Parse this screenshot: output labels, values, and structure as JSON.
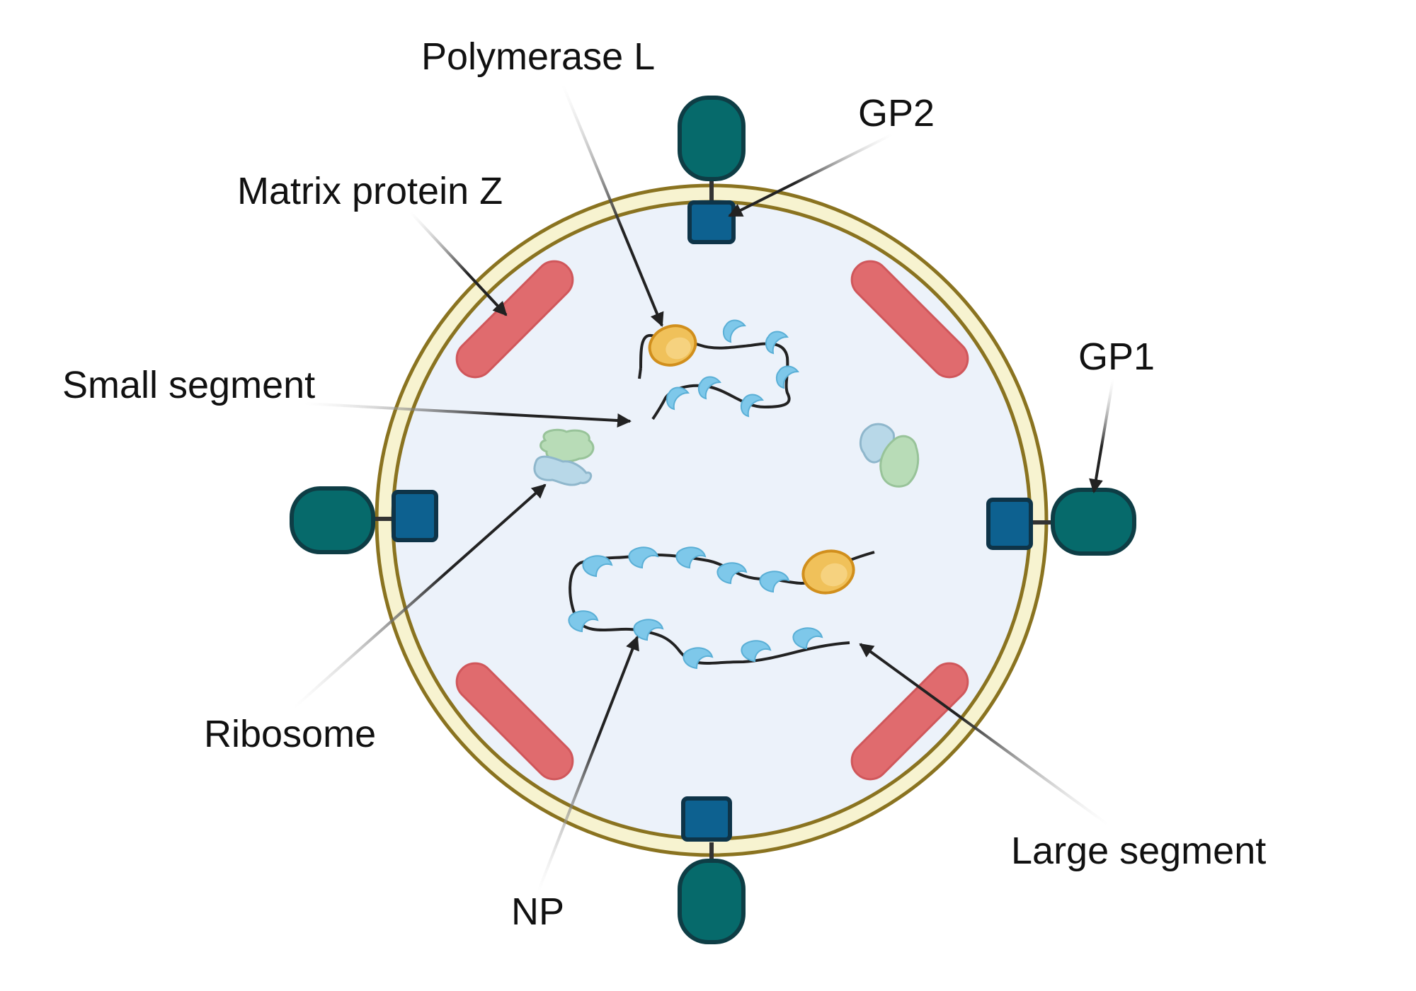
{
  "diagram": {
    "labels": {
      "polymerase_l": "Polymerase L",
      "gp2": "GP2",
      "matrix_protein_z": "Matrix protein Z",
      "gp1": "GP1",
      "small_segment": "Small segment",
      "ribosome": "Ribosome",
      "np": "NP",
      "large_segment": "Large segment"
    },
    "colors": {
      "envelope_outer": "#8a7320",
      "envelope_fill": "#f7f3d0",
      "interior": "#ecf2fa",
      "matrix_protein": "#e06b6e",
      "glycoprotein_head": "#066a6b",
      "glycoprotein_stem": "#0d6190",
      "nucleoprotein": "#7ec8ea",
      "polymerase": "#f0c15a",
      "ribosome_large": "#b8dcb7",
      "ribosome_small": "#b8d8e8",
      "arrow": "#222222"
    }
  }
}
